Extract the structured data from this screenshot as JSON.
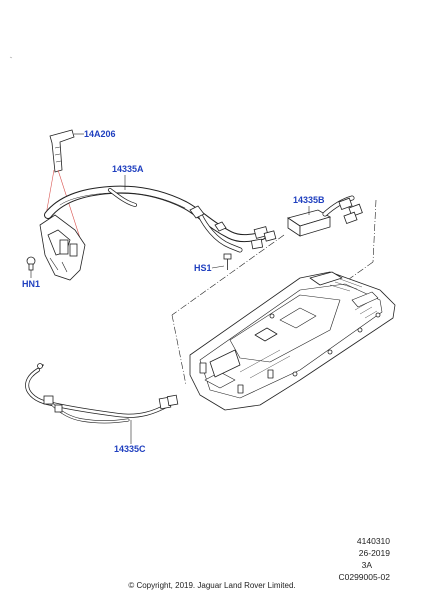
{
  "callouts": {
    "c14a206": "14A206",
    "c14335a": "14335A",
    "c14335b": "14335B",
    "chs1": "HS1",
    "chn1": "HN1",
    "c14335c": "14335C"
  },
  "meta": {
    "line1": "4140310",
    "line2": "26-2019",
    "line3": "3A",
    "line4": "C0299005-02"
  },
  "copyright": "© Copyright, 2019. Jaguar Land Rover Limited.",
  "colors": {
    "callout": "#1f3fbf",
    "leader_red": "#d9534f",
    "line": "#222222"
  }
}
